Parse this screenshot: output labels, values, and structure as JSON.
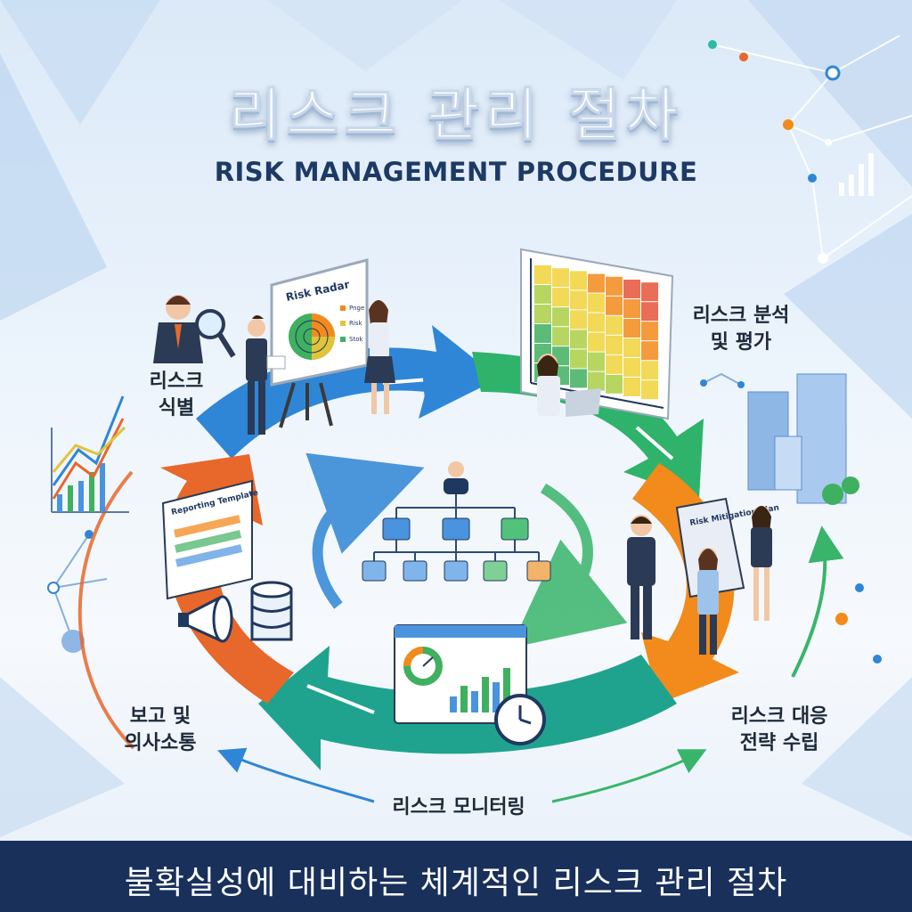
{
  "title": "리스크 관리 절차",
  "subtitle": "RISK MANAGEMENT PROCEDURE",
  "steps": [
    {
      "label": "리스크\n식별"
    },
    {
      "label": "리스크 분석\n및 평가"
    },
    {
      "label": "리스크 대응\n전략 수립"
    },
    {
      "label": "리스크 모니터링"
    },
    {
      "label": "보고 및\n의사소통"
    }
  ],
  "boards": {
    "risk_radar": "Risk Radar",
    "risk_radar_legend": [
      "Pnge",
      "Risk",
      "Stok"
    ],
    "mitigation_plan": "Risk Mitigation Plan",
    "reporting_template": "Reporting Template"
  },
  "footer": "불확실성에 대비하는 체계적인 리스크 관리 절차",
  "colors": {
    "blue_arrow": "#2f86d6",
    "green_arrow": "#2fb36a",
    "orange_arrow": "#f28a1c",
    "teal_arrow": "#1fa38f",
    "red_orange_arrow": "#e8672a",
    "footer_bg": "#18305a",
    "title_text": "#1d3a66"
  },
  "icons": [
    "magnifier-icon",
    "presentation-board-icon",
    "heatmap-icon",
    "building-icon",
    "document-icon",
    "dashboard-icon",
    "clock-icon",
    "megaphone-icon",
    "database-icon",
    "org-chart-icon",
    "sparkle-icon"
  ]
}
